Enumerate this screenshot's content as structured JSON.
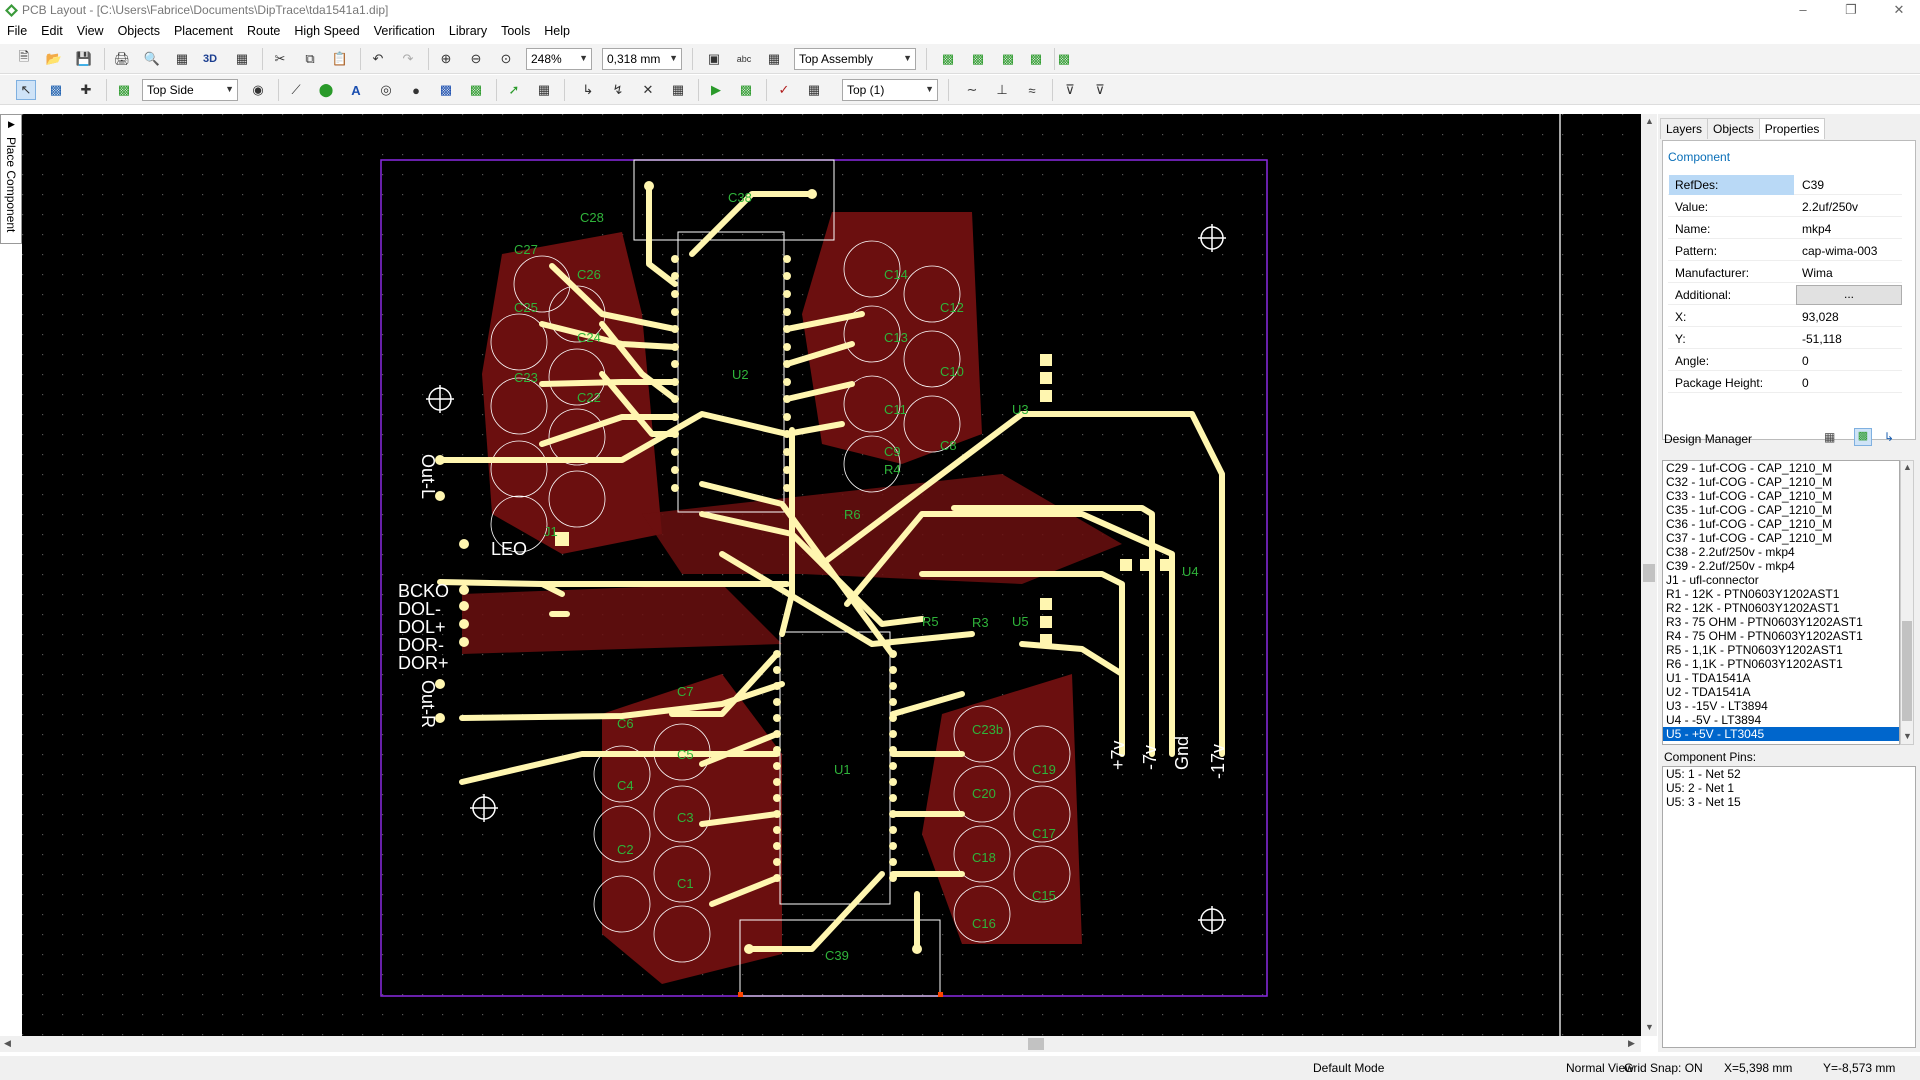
{
  "window": {
    "title": "PCB Layout - [C:\\Users\\Fabrice\\Documents\\DipTrace\\tda1541a1.dip]"
  },
  "menu": [
    "File",
    "Edit",
    "View",
    "Objects",
    "Placement",
    "Route",
    "High Speed",
    "Verification",
    "Library",
    "Tools",
    "Help"
  ],
  "toolbar1": {
    "zoom": "248%",
    "grid": "0,318 mm",
    "view_mode": "Top Assembly"
  },
  "toolbar2": {
    "side": "Top Side",
    "layer": "Top (1)"
  },
  "side_tab": {
    "label": "Place Component"
  },
  "pcb": {
    "refdes": [
      "C38",
      "C28",
      "C27",
      "C26",
      "C25",
      "C24",
      "C23",
      "C22",
      "C14",
      "C13",
      "C12",
      "C11",
      "C10",
      "C9",
      "C8",
      "U2",
      "U3",
      "U4",
      "U5",
      "U1",
      "J1",
      "R4",
      "R6",
      "R3",
      "R5",
      "C7",
      "C6",
      "C5",
      "C4",
      "C3",
      "C2",
      "C1",
      "C39",
      "C23b",
      "C19",
      "C20",
      "C17",
      "C18",
      "C15",
      "C16"
    ],
    "labels": {
      "out_l": "Out-L",
      "out_r": "Out-R",
      "leo": "LEO",
      "bcko": "BCKO",
      "dol_minus": "DOL-",
      "dol_plus": "DOL+",
      "dor_minus": "DOR-",
      "dor_plus": "DOR+",
      "p7v": "+7v",
      "m7v": "-7v",
      "gnd": "Gnd",
      "m17v": "-17v"
    },
    "colors": {
      "board_bg": "#000000",
      "trace": "#fff6b0",
      "copper_bottom": "#6b0f0f",
      "silk": "#2fb33a",
      "outline": "#8a2be2"
    }
  },
  "panel": {
    "tabs": [
      "Layers",
      "Objects",
      "Properties"
    ],
    "active_tab": "Properties",
    "component_heading": "Component",
    "properties": [
      {
        "key": "RefDes:",
        "value": "C39"
      },
      {
        "key": "Value:",
        "value": "2.2uf/250v"
      },
      {
        "key": "Name:",
        "value": "mkp4"
      },
      {
        "key": "Pattern:",
        "value": "cap-wima-003"
      },
      {
        "key": "Manufacturer:",
        "value": "Wima"
      },
      {
        "key": "Additional:",
        "value": "..."
      },
      {
        "key": "X:",
        "value": "93,028"
      },
      {
        "key": "Y:",
        "value": "-51,118"
      },
      {
        "key": "Angle:",
        "value": "0"
      },
      {
        "key": "Package Height:",
        "value": "0"
      }
    ],
    "design_manager_title": "Design Manager",
    "design_manager_items": [
      "C29 - 1uf-COG - CAP_1210_M",
      "C32 - 1uf-COG - CAP_1210_M",
      "C33 - 1uf-COG - CAP_1210_M",
      "C35 - 1uf-COG - CAP_1210_M",
      "C36 - 1uf-COG - CAP_1210_M",
      "C37 - 1uf-COG - CAP_1210_M",
      "C38 - 2.2uf/250v - mkp4",
      "C39 - 2.2uf/250v - mkp4",
      "J1 - ufl-connector",
      "R1 - 12K - PTN0603Y1202AST1",
      "R2 - 12K - PTN0603Y1202AST1",
      "R3 - 75 OHM - PTN0603Y1202AST1",
      "R4 - 75 OHM - PTN0603Y1202AST1",
      "R5 - 1,1K - PTN0603Y1202AST1",
      "R6 - 1,1K - PTN0603Y1202AST1",
      "U1 - TDA1541A",
      "U2 - TDA1541A",
      "U3 - -15V - LT3894",
      "U4 - -5V - LT3894",
      "U5 - +5V - LT3045"
    ],
    "design_manager_selected": 19,
    "pins_title": "Component Pins:",
    "pins": [
      "U5: 1 - Net 52",
      "U5: 2 - Net 1",
      "U5: 3 - Net 15"
    ]
  },
  "status": {
    "mode": "Default Mode",
    "view": "Normal View",
    "snap": "Grid Snap: ON",
    "x": "X=5,398 mm",
    "y": "Y=-8,573 mm"
  }
}
